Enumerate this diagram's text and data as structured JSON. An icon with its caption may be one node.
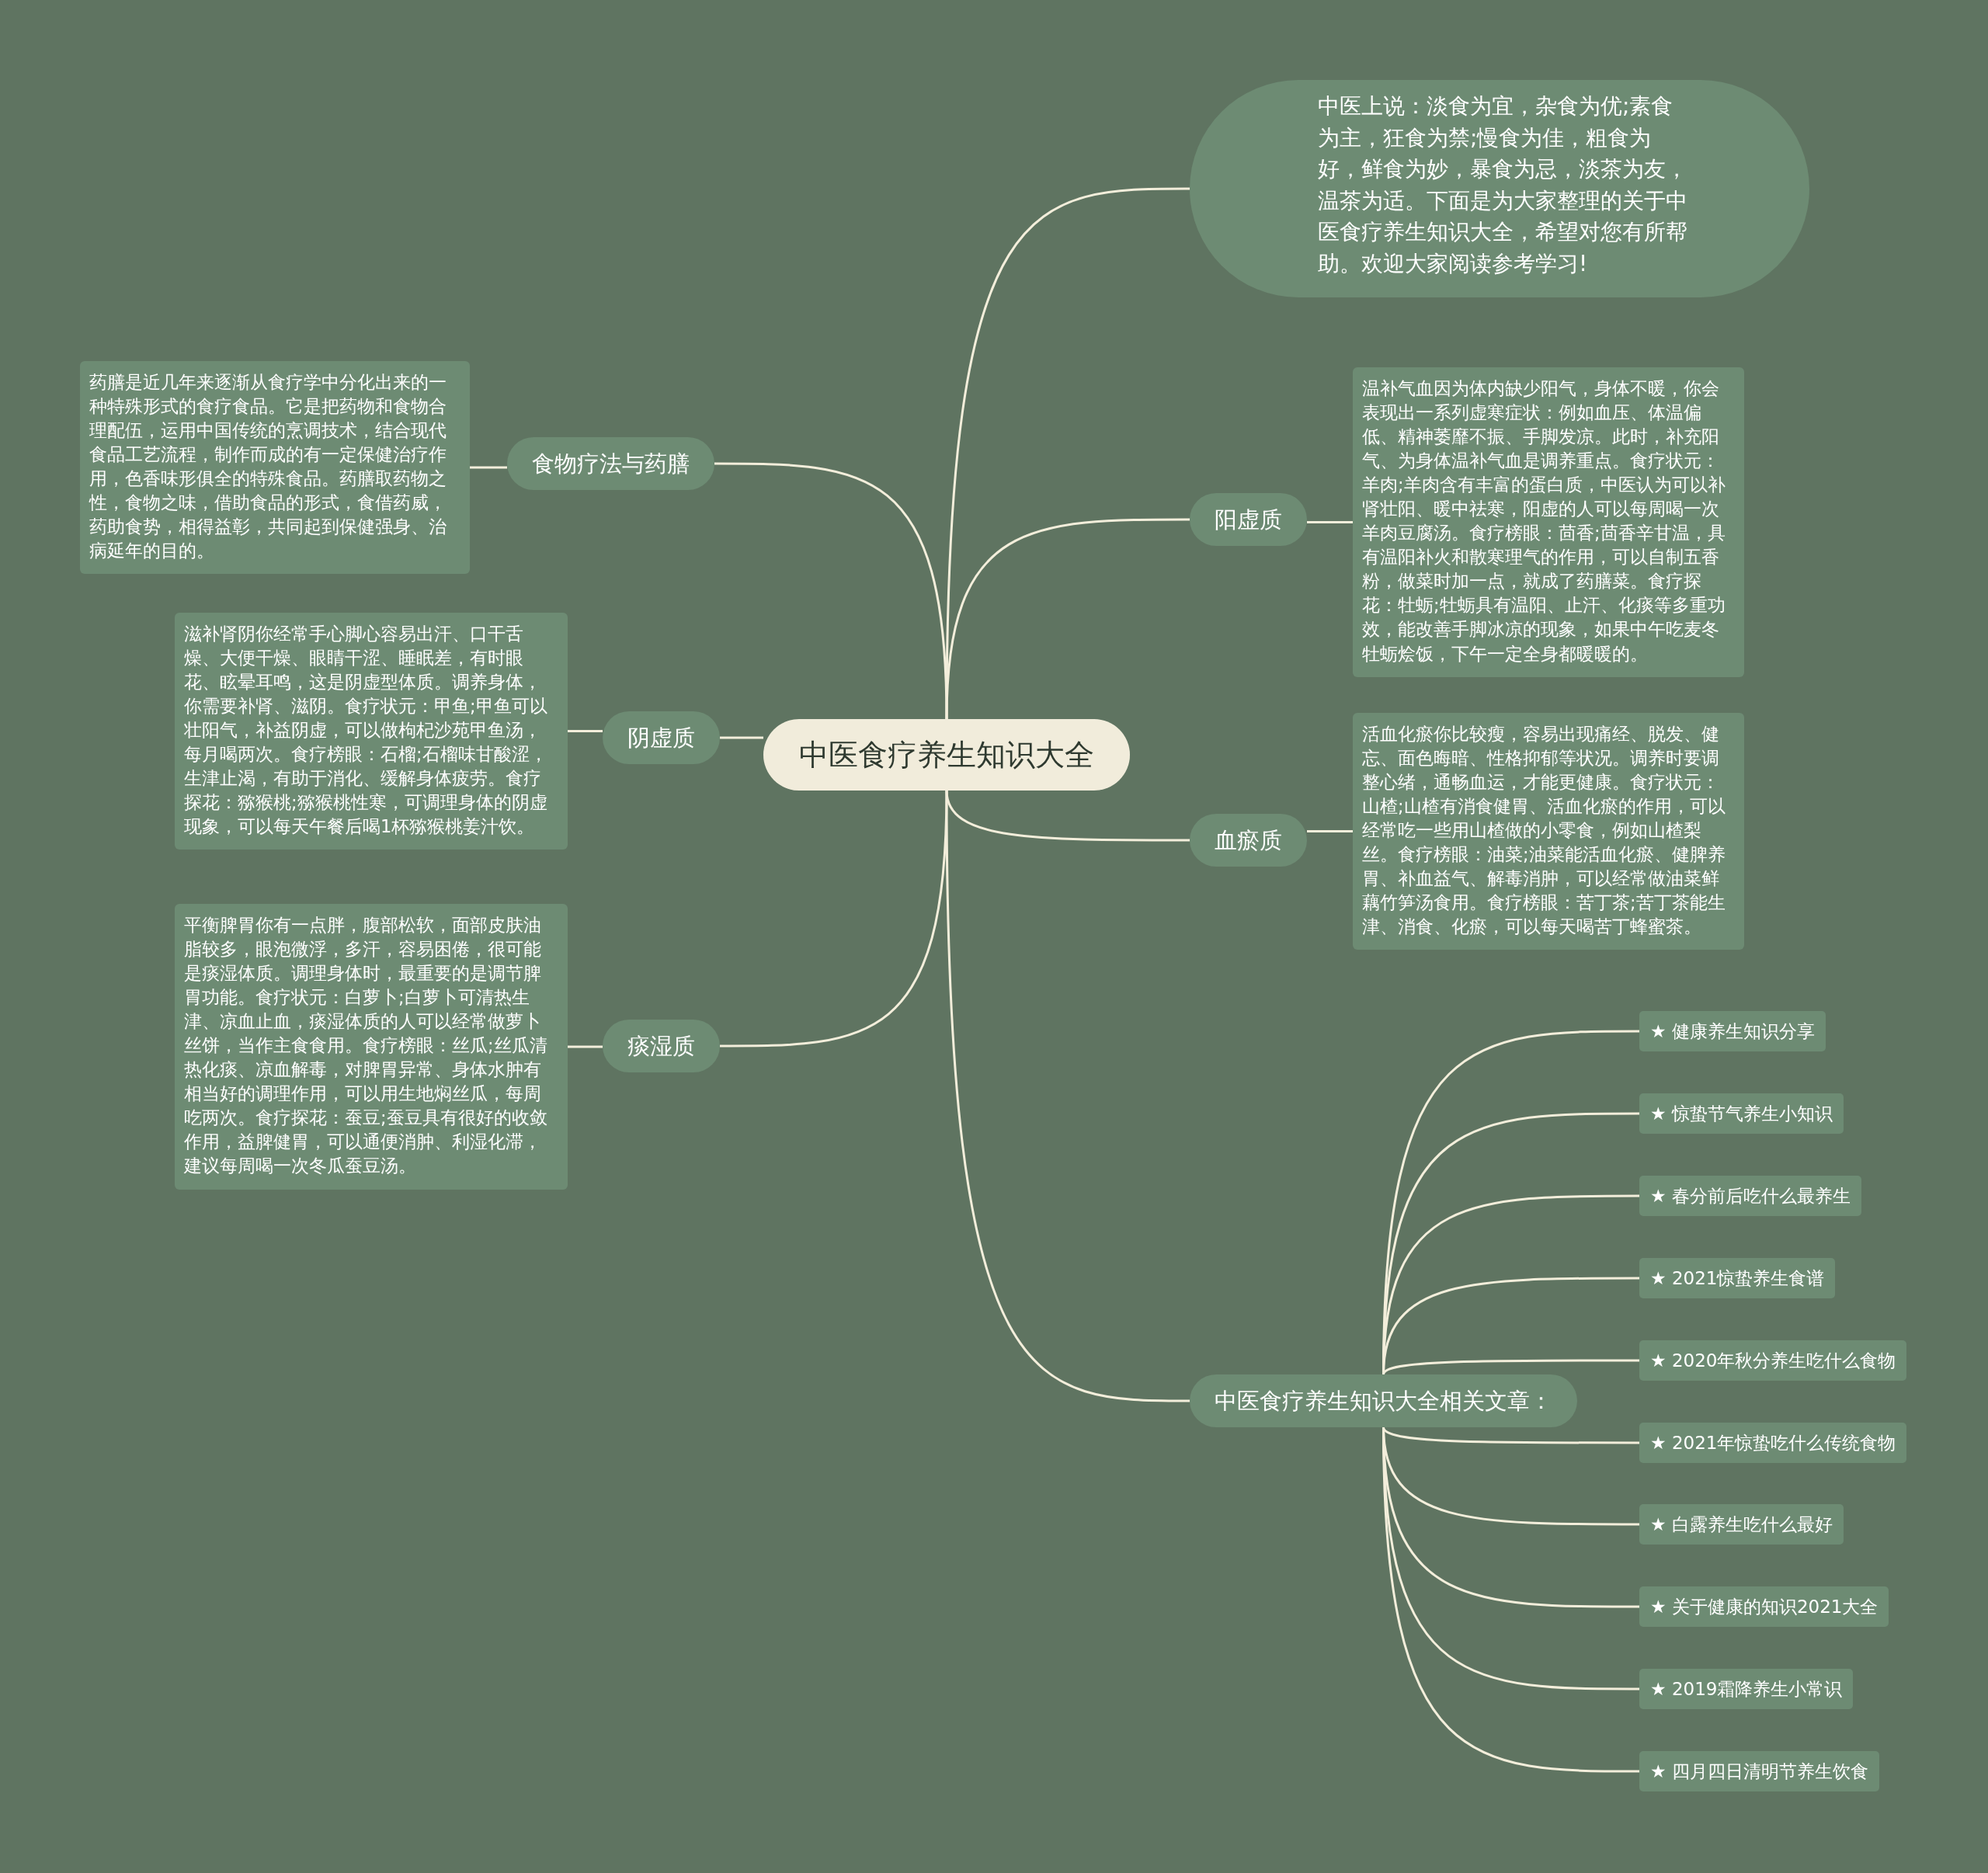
{
  "diagram": {
    "nodes": [
      {
        "text": [
          "中医食疗养生知识大全"
        ]
      },
      {
        "text": [
          "中医上说：淡食为宜，杂食为优;素食为主，狂食为禁;慢食为佳，粗食为好，鲜食为妙，暴食为忌，淡茶为友，温茶为适。下面是为大家整理的关于中医食疗养生知识大全，希望对您有所帮助。欢迎大家阅读参考学习!"
        ]
      },
      {
        "text": [
          "食物疗法与药膳"
        ]
      },
      {
        "text": [
          "药膳是近几年来逐渐从食疗学中分化出来的一种特殊形式的食疗食品。它是把药物和食物合理配伍，运用中国传统的烹调技术，结合现代食品工艺流程，制作而成的有一定保健治疗作用，色香味形俱全的特殊食品。药膳取药物之性，食物之味，借助食品的形式，食借药威，药助食势，相得益彰，共同起到保健强身、治病延年的目的。"
        ]
      },
      {
        "text": [
          "阴虚质"
        ]
      },
      {
        "text": [
          "滋补肾阴你经常手心脚心容易出汗、口干舌燥、大便干燥、眼睛干涩、睡眠差，有时眼花、眩晕耳鸣，这是阴虚型体质。调养身体，你需要补肾、滋阴。食疗状元：甲鱼;甲鱼可以壮阳气，补益阴虚，可以做枸杞沙苑甲鱼汤，每月喝两次。食疗榜眼：石榴;石榴味甘酸涩，生津止渴，有助于消化、缓解身体疲劳。食疗探花：猕猴桃;猕猴桃性寒，可调理身体的阴虚现象，可以每天午餐后喝1杯猕猴桃姜汁饮。"
        ]
      },
      {
        "text": [
          "痰湿质"
        ]
      },
      {
        "text": [
          "平衡脾胃你有一点胖，腹部松软，面部皮肤油脂较多，眼泡微浮，多汗，容易困倦，很可能是痰湿体质。调理身体时，最重要的是调节脾胃功能。食疗状元：白萝卜;白萝卜可清热生津、凉血止血，痰湿体质的人可以经常做萝卜丝饼，当作主食食用。食疗榜眼：丝瓜;丝瓜清热化痰、凉血解毒，对脾胃异常、身体水肿有相当好的调理作用，可以用生地焖丝瓜，每周吃两次。食疗探花：蚕豆;蚕豆具有很好的收敛作用，益脾健胃，可以通便消肿、利湿化滞，建议每周喝一次冬瓜蚕豆汤。"
        ]
      },
      {
        "text": [
          "阳虚质"
        ]
      },
      {
        "text": [
          "温补气血因为体内缺少阳气，身体不暖，你会表现出一系列虚寒症状：例如血压、体温偏低、精神萎靡不振、手脚发凉。此时，补充阳气、为身体温补气血是调养重点。食疗状元：羊肉;羊肉含有丰富的蛋白质，中医认为可以补肾壮阳、暖中祛寒，阳虚的人可以每周喝一次羊肉豆腐汤。食疗榜眼：茴香;茴香辛甘温，具有温阳补火和散寒理气的作用，可以自制五香粉，做菜时加一点，就成了药膳菜。食疗探花：牡蛎;牡蛎具有温阳、止汗、化痰等多重功效，能改善手脚冰凉的现象，如果中午吃麦冬牡蛎烩饭，下午一定全身都暖暖的。"
        ]
      },
      {
        "text": [
          "血瘀质"
        ]
      },
      {
        "text": [
          "活血化瘀你比较瘦，容易出现痛经、脱发、健忘、面色晦暗、性格抑郁等状况。调养时要调整心绪，通畅血运，才能更健康。食疗状元：山楂;山楂有消食健胃、活血化瘀的作用，可以经常吃一些用山楂做的小零食，例如山楂梨丝。食疗榜眼：油菜;油菜能活血化瘀、健脾养胃、补血益气、解毒消肿，可以经常做油菜鲜藕竹笋汤食用。食疗榜眼：苦丁茶;苦丁茶能生津、消食、化瘀，可以每天喝苦丁蜂蜜茶。"
        ]
      },
      {
        "text": [
          "中医食疗养生知识大全相关文章："
        ]
      },
      {
        "text": [
          "★ 健康养生知识分享"
        ]
      },
      {
        "text": [
          "★ 惊蛰节气养生小知识"
        ]
      },
      {
        "text": [
          "★ 春分前后吃什么最养生"
        ]
      },
      {
        "text": [
          "★ 2021惊蛰养生食谱"
        ]
      },
      {
        "text": [
          "★ 2020年秋分养生吃什么食物"
        ]
      },
      {
        "text": [
          "★ 2021年惊蛰吃什么传统食物"
        ]
      },
      {
        "text": [
          "★ 白露养生吃什么最好"
        ]
      },
      {
        "text": [
          "★ 关于健康的知识2021大全"
        ]
      },
      {
        "text": [
          "★ 2019霜降养生小常识"
        ]
      },
      {
        "text": [
          "★ 四月四日清明节养生饮食"
        ]
      }
    ],
    "edges": [
      {
        "from": 0,
        "to": 1,
        "arrow": "none"
      },
      {
        "from": 0,
        "to": 2,
        "arrow": "none"
      },
      {
        "from": 2,
        "to": 3,
        "arrow": "none"
      },
      {
        "from": 0,
        "to": 4,
        "arrow": "none"
      },
      {
        "from": 4,
        "to": 5,
        "arrow": "none"
      },
      {
        "from": 0,
        "to": 6,
        "arrow": "none"
      },
      {
        "from": 6,
        "to": 7,
        "arrow": "none"
      },
      {
        "from": 0,
        "to": 8,
        "arrow": "none"
      },
      {
        "from": 8,
        "to": 9,
        "arrow": "none"
      },
      {
        "from": 0,
        "to": 10,
        "arrow": "none"
      },
      {
        "from": 10,
        "to": 11,
        "arrow": "none"
      },
      {
        "from": 0,
        "to": 12,
        "arrow": "none"
      },
      {
        "from": 12,
        "to": 13,
        "arrow": "none"
      },
      {
        "from": 12,
        "to": 14,
        "arrow": "none"
      },
      {
        "from": 12,
        "to": 15,
        "arrow": "none"
      },
      {
        "from": 12,
        "to": 16,
        "arrow": "none"
      },
      {
        "from": 12,
        "to": 17,
        "arrow": "none"
      },
      {
        "from": 12,
        "to": 18,
        "arrow": "none"
      },
      {
        "from": 12,
        "to": 19,
        "arrow": "none"
      },
      {
        "from": 12,
        "to": 20,
        "arrow": "none"
      },
      {
        "from": 12,
        "to": 21,
        "arrow": "none"
      },
      {
        "from": 12,
        "to": 22,
        "arrow": "none"
      }
    ]
  }
}
